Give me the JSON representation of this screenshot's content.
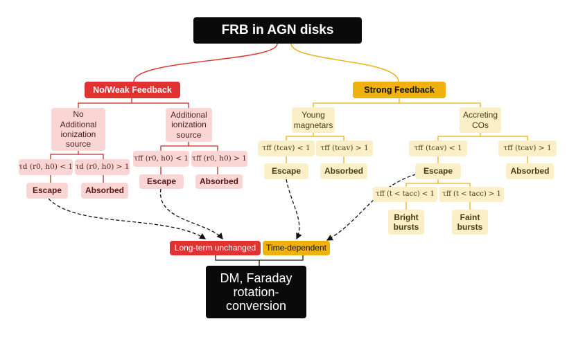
{
  "title": "FRB in AGN disks",
  "branches": {
    "weak": {
      "label": "No/Weak Feedback",
      "no_source": {
        "label": "No Additional ionization source",
        "cond_lt": "τd (r0, h0) < 1",
        "cond_gt": "τd (r0, h0) > 1",
        "escape": "Escape",
        "absorbed": "Absorbed"
      },
      "additional_source": {
        "label": "Additional ionization source",
        "cond_lt": "τff (r0, h0) < 1",
        "cond_gt": "τff (r0, h0) > 1",
        "escape": "Escape",
        "absorbed": "Absorbed"
      }
    },
    "strong": {
      "label": "Strong Feedback",
      "magnetars": {
        "label": "Young magnetars",
        "cond_lt": "τff (tcav) < 1",
        "cond_gt": "τff (tcav) > 1",
        "escape": "Escape",
        "absorbed": "Absorbed"
      },
      "cos": {
        "label": "Accreting COs",
        "cond_lt": "τff (tcav) < 1",
        "cond_gt": "τff (tcav) > 1",
        "escape": "Escape",
        "absorbed": "Absorbed",
        "sub_cond_lt": "τff (t < tacc) < 1",
        "sub_cond_gt": "τff (t < tacc) > 1",
        "bright": "Bright bursts",
        "faint": "Faint bursts"
      }
    }
  },
  "outcomes": {
    "long_term": "Long-term unchanged",
    "time_dependent": "Time-dependent"
  },
  "final": "DM, Faraday rotation-conversion",
  "colors": {
    "red": "#e03331",
    "gold": "#eeb10f",
    "pink": "#f9d6d3",
    "cream": "#fbefc8",
    "black": "#0a0a0a"
  }
}
